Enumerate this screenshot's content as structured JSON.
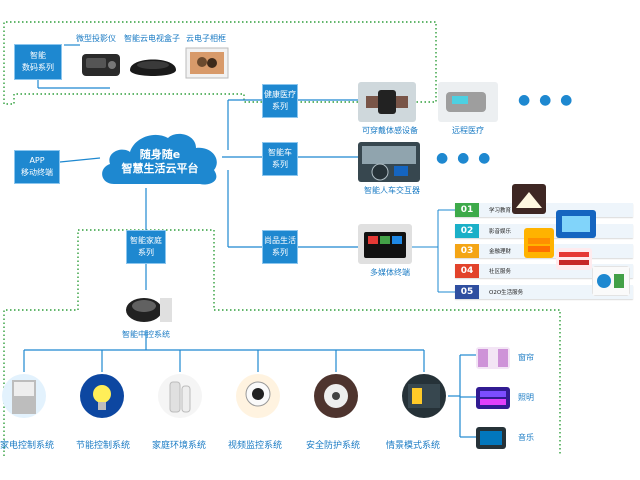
{
  "cloud": {
    "line1": "随身随e",
    "line2": "智慧生活云平台"
  },
  "boxes": {
    "digital": [
      "智能",
      "数码系列"
    ],
    "app": [
      "APP",
      "移动终端"
    ],
    "health": [
      "健康医疗",
      "系列"
    ],
    "car": [
      "智能车",
      "系列"
    ],
    "home": [
      "智能家庭",
      "系列"
    ],
    "shop": [
      "尚品生活",
      "系列"
    ]
  },
  "devices": {
    "projector": "微型投影仪",
    "tvbox": "智能云电视盒子",
    "frame": "云电子相框",
    "wearable": "可穿戴体感设备",
    "telemed": "远程医疗",
    "car_interaction": "智能人车交互器",
    "media_terminal": "多媒体终端",
    "central_control": "智能中控系统"
  },
  "ellipsis": "● ● ●",
  "services": [
    {
      "num": "01",
      "label": "学习教育",
      "color": "#3daa4a"
    },
    {
      "num": "02",
      "label": "影音娱乐",
      "color": "#1bb0c8"
    },
    {
      "num": "03",
      "label": "金融理财",
      "color": "#f4a516"
    },
    {
      "num": "04",
      "label": "社区服务",
      "color": "#e2432b"
    },
    {
      "num": "05",
      "label": "O2O生活服务",
      "color": "#2f4fa0"
    }
  ],
  "home_systems": [
    "家电控制系统",
    "节能控制系统",
    "家庭环境系统",
    "视频监控系统",
    "安全防护系统",
    "情景模式系统"
  ],
  "scenes": [
    "窗帘",
    "照明",
    "音乐"
  ],
  "colors": {
    "line": "#1e88d0",
    "dotted": "#2e9e3a",
    "box": "#1e88d0"
  }
}
